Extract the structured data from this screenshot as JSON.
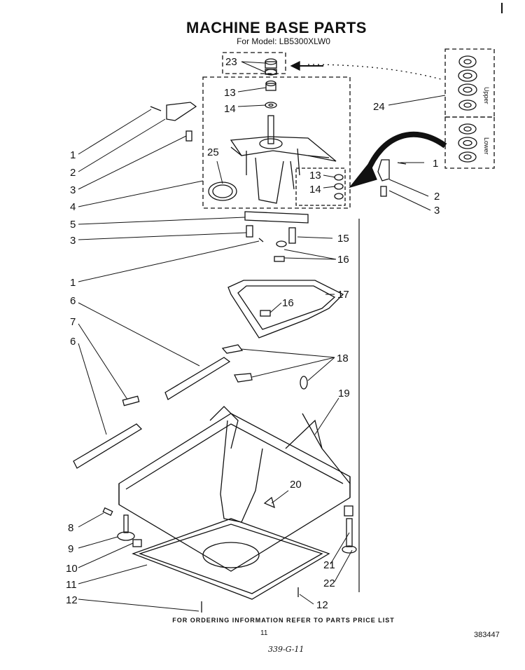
{
  "title": "MACHINE BASE PARTS",
  "model_line": "For Model: LB5300XLW0",
  "footer_note": "FOR ORDERING INFORMATION REFER TO PARTS PRICE LIST",
  "page_number": "11",
  "doc_number": "383447",
  "handwritten": "339-G-11",
  "inset_labels": {
    "upper": "Upper",
    "lower": "Lower"
  },
  "callouts": {
    "c23": "23",
    "c13a": "13",
    "c14a": "14",
    "c25": "25",
    "c24": "24",
    "c13b": "13",
    "c14b": "14",
    "r1": "1",
    "r2": "2",
    "r3": "3",
    "l1": "1",
    "l2": "2",
    "l3": "3",
    "l4": "4",
    "l5": "5",
    "l3b": "3",
    "c15": "15",
    "c16a": "16",
    "l1b": "1",
    "c17": "17",
    "c16b": "16",
    "l6a": "6",
    "l7": "7",
    "l6b": "6",
    "c18": "18",
    "c19": "19",
    "c20": "20",
    "l8": "8",
    "l9": "9",
    "l10": "10",
    "l11": "11",
    "l12": "12",
    "c21": "21",
    "c22": "22",
    "c12b": "12"
  }
}
